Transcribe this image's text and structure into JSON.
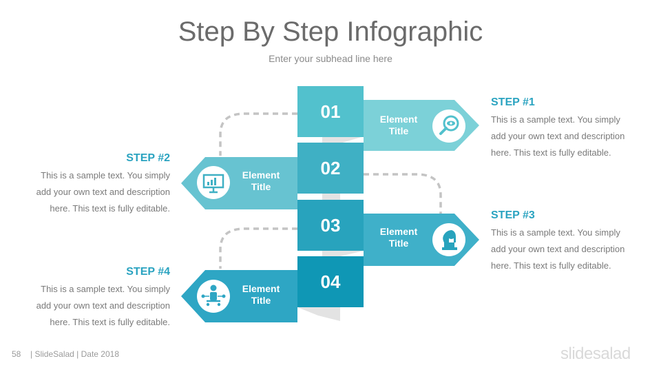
{
  "header": {
    "title": "Step By Step Infographic",
    "subtitle": "Enter your subhead line here"
  },
  "steps": [
    {
      "number": "01",
      "label_line1": "Element",
      "label_line2": "Title",
      "heading": "STEP #1",
      "lines": [
        "This is a sample text. You simply",
        "add your own text and description",
        "here. This text is fully editable."
      ],
      "icon": "search-eye-icon"
    },
    {
      "number": "02",
      "label_line1": "Element",
      "label_line2": "Title",
      "heading": "STEP #2",
      "lines": [
        "This is a sample text. You simply",
        "add your own text and description",
        "here. This text is fully editable."
      ],
      "icon": "presentation-board-icon"
    },
    {
      "number": "03",
      "label_line1": "Element",
      "label_line2": "Title",
      "heading": "STEP #3",
      "lines": [
        "This is a sample text. You simply",
        "add your own text and description",
        "here. This text is fully editable."
      ],
      "icon": "chess-knight-icon"
    },
    {
      "number": "04",
      "label_line1": "Element",
      "label_line2": "Title",
      "heading": "STEP #4",
      "lines": [
        "This is a sample text. You simply",
        "add your own text and description",
        "here. This text is fully editable."
      ],
      "icon": "businessman-network-icon"
    }
  ],
  "colors": {
    "box1": "#52c1cd",
    "box2": "#3fb0c4",
    "box3": "#28a3bd",
    "box4": "#0f97b5",
    "arrow1": "#7cd1d8",
    "arrow2": "#67c3d1",
    "arrow3": "#3fb0c9",
    "arrow4": "#2ea6c4",
    "heading": "#2aa3c0"
  },
  "footer": {
    "page_number": "58",
    "text": "| SlideSalad | Date 2018",
    "brand": "slidesalad"
  }
}
